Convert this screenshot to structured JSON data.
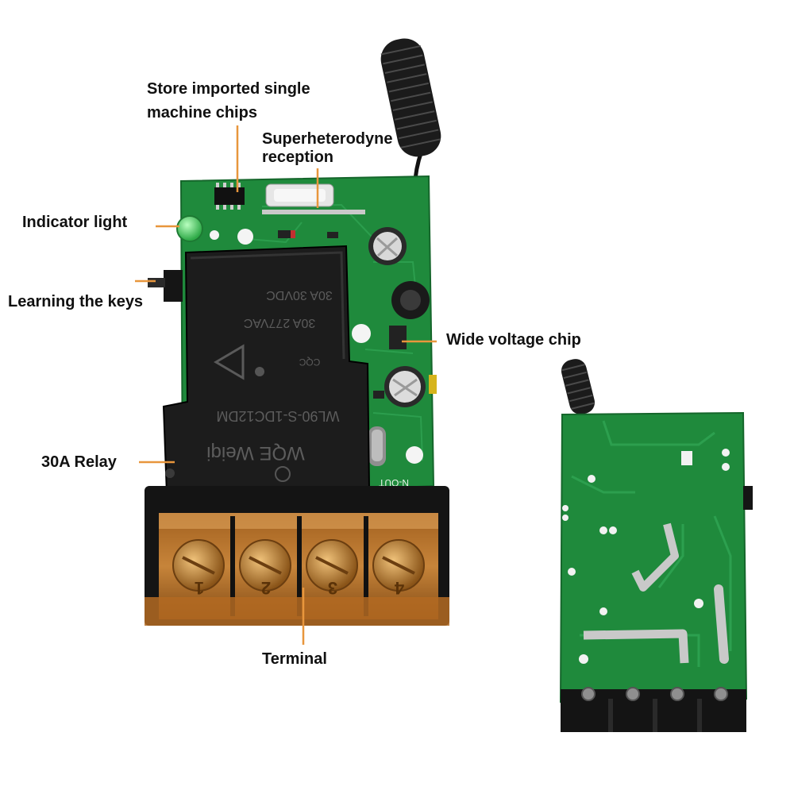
{
  "labels": {
    "store_chips_line1": "Store imported single",
    "store_chips_line2": "machine chips",
    "superhet_line1": "Superheterodyne",
    "superhet_line2": "reception",
    "indicator": "Indicator light",
    "learning": "Learning the keys",
    "wide_voltage": "Wide voltage chip",
    "relay": "30A Relay",
    "terminal": "Terminal"
  },
  "relay_markings": {
    "rating1": "30A  30VDC",
    "rating2": "30A  277VAC",
    "model": "WL90-S-1DC12DM",
    "brand": "WQE Weiqi",
    "cert": "CQC"
  },
  "board_text": {
    "out": "N-OUT"
  },
  "terminal_numbers": [
    "1",
    "2",
    "3",
    "4"
  ],
  "colors": {
    "pcb_green": "#1f8a3c",
    "relay_black": "#1c1c1c",
    "terminal_amber": "#c8782a",
    "leader_orange": "#e8963c",
    "label_text": "#111111"
  }
}
